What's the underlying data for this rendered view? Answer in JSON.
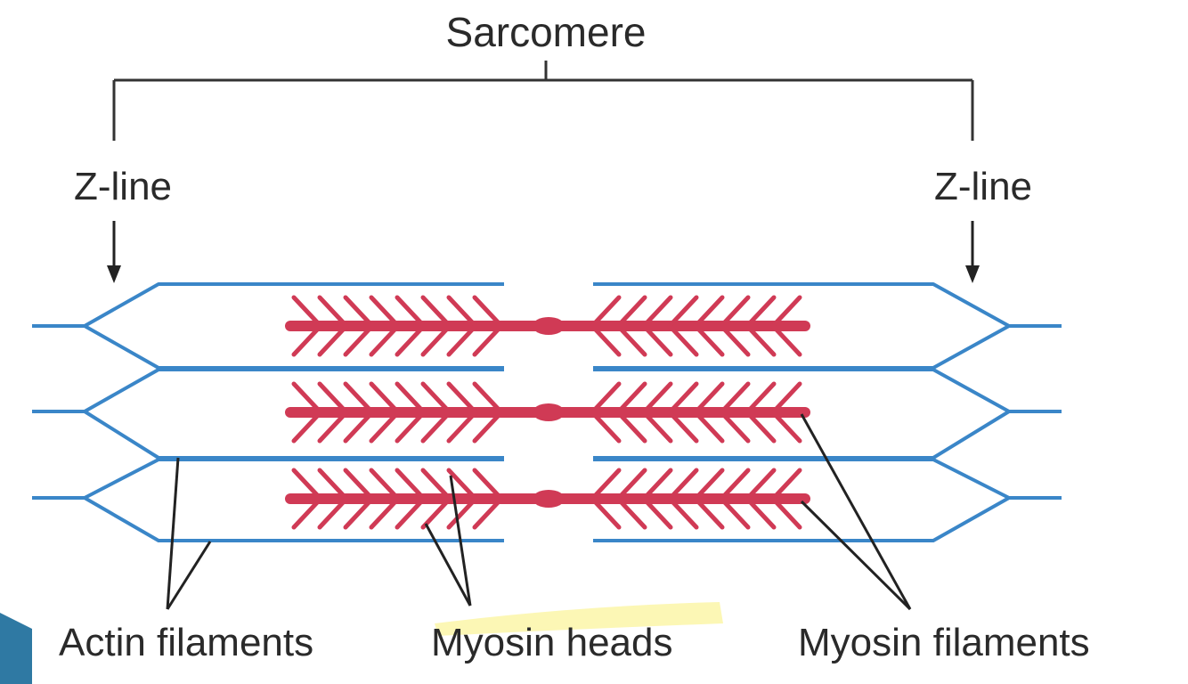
{
  "labels": {
    "sarcomere": "Sarcomere",
    "z_line_left": "Z-line",
    "z_line_right": "Z-line",
    "actin": "Actin filaments",
    "myosin_heads": "Myosin heads",
    "myosin_filaments": "Myosin filaments"
  },
  "colors": {
    "actin": "#3a86c8",
    "myosin": "#d03a55",
    "pointer": "#222222",
    "highlight": "#fbf6a8",
    "corner_accent": "#2f79a3"
  }
}
